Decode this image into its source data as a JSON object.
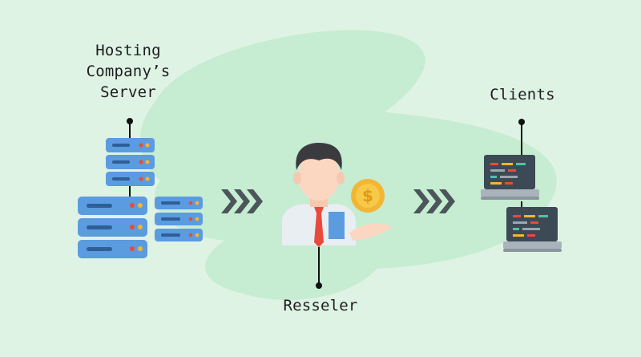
{
  "labels": {
    "server_line1": "Hosting",
    "server_line2": "Company’s",
    "server_line3": "Server",
    "clients": "Clients",
    "reseller": "Resseler"
  },
  "icons": {
    "server": "server-rack-icon",
    "reseller": "businessman-with-coin-icon",
    "clients": "laptop-icon",
    "flow": "chevron-right-icon"
  },
  "colors": {
    "background": "#dff3e4",
    "blob": "#c6ecd2",
    "server_blue": "#5b9be0",
    "server_dark": "#3f7fc6",
    "arrow": "#4b555a",
    "laptop_screen": "#3c4a56",
    "coin": "#f2b632"
  }
}
